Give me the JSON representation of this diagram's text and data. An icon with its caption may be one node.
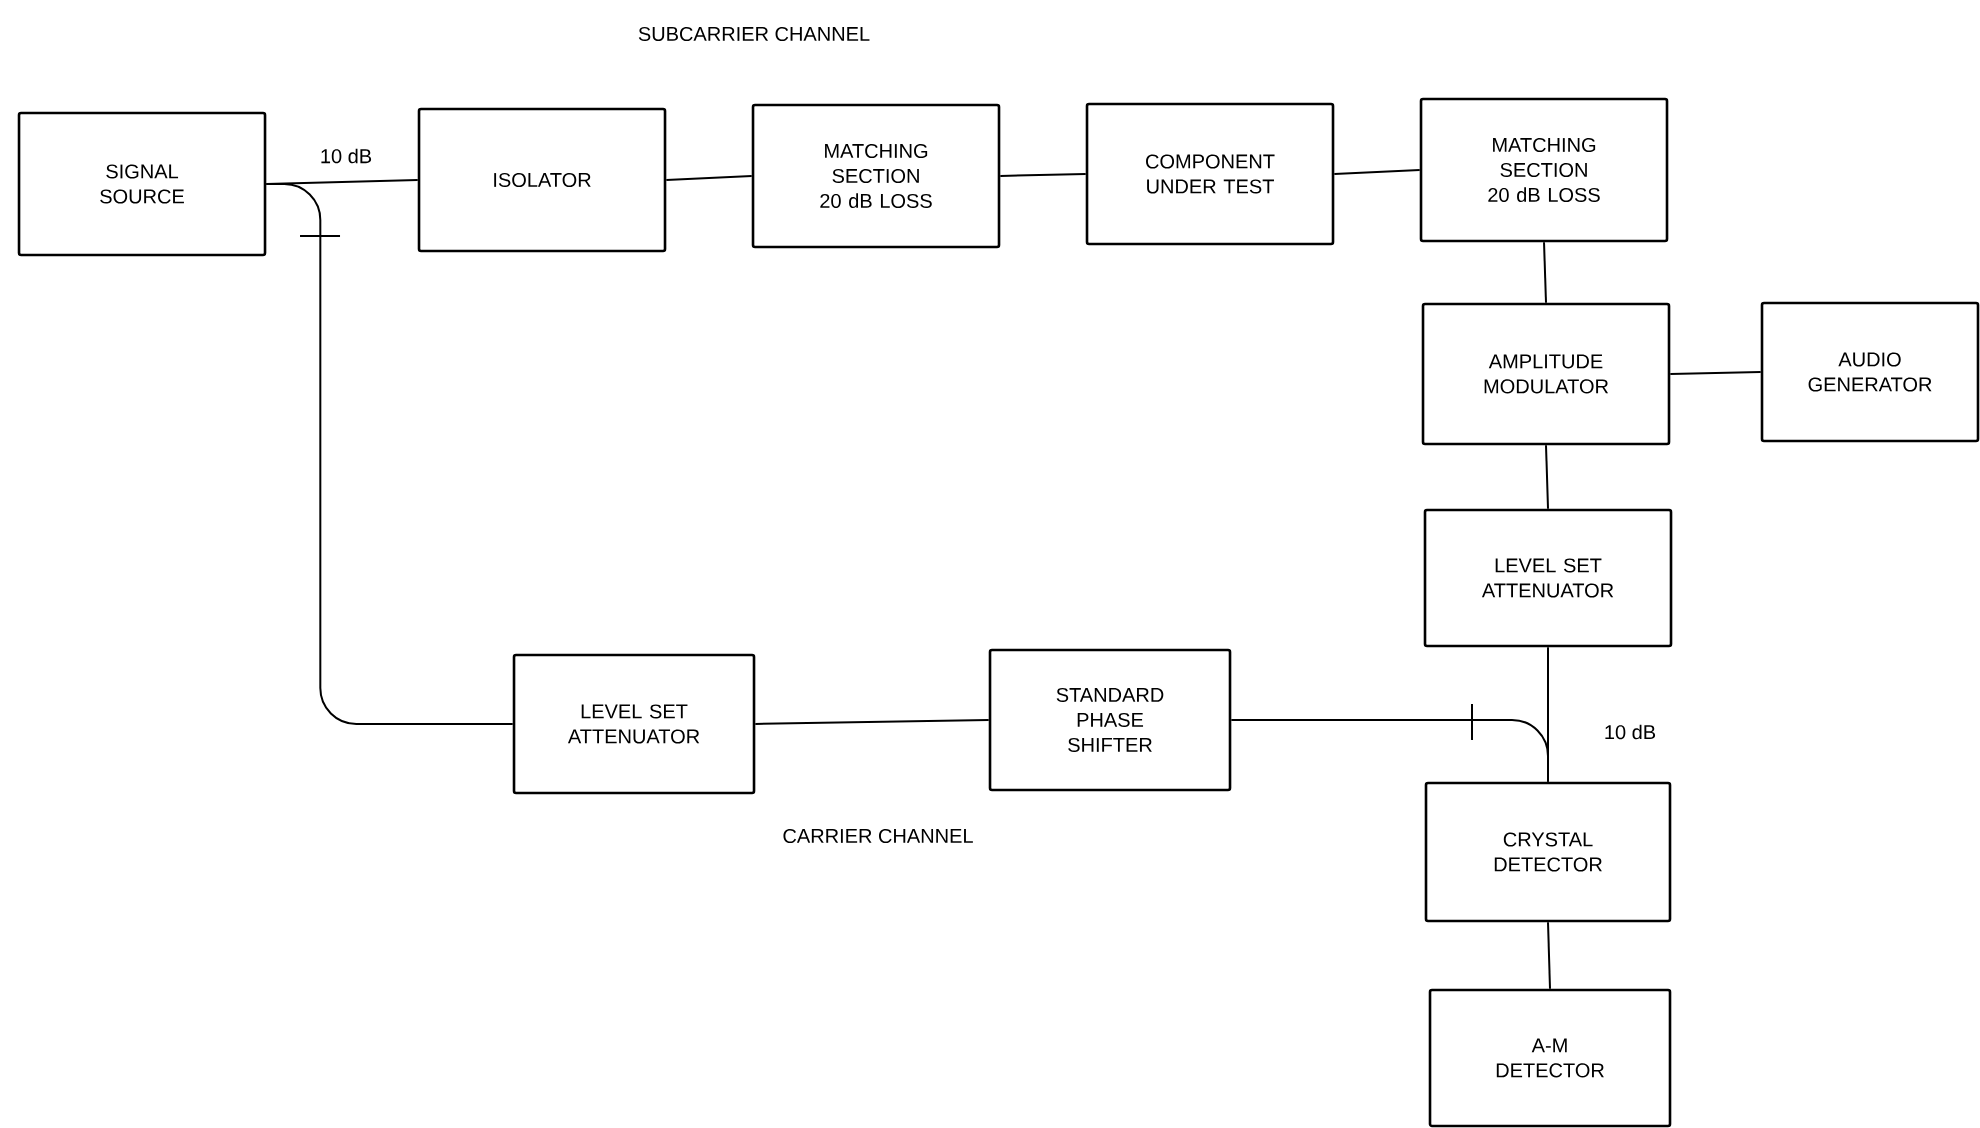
{
  "diagram": {
    "nodes": [
      {
        "text": [
          "SIGNAL SOURCE"
        ]
      },
      {
        "text": [
          "ISOLATOR"
        ]
      },
      {
        "text": [
          "MATCHING SECTION 20 dB LOSS"
        ]
      },
      {
        "text": [
          "COMPONENT UNDER TEST"
        ]
      },
      {
        "text": [
          "MATCHING SECTION 20 dB LOSS"
        ]
      },
      {
        "text": [
          "AMPLITUDE MODULATOR"
        ]
      },
      {
        "text": [
          "AUDIO GENERATOR"
        ]
      },
      {
        "text": [
          "LEVEL SET ATTENUATOR"
        ]
      },
      {
        "text": [
          "LEVEL SET ATTENUATOR"
        ]
      },
      {
        "text": [
          "STANDARD PHASE SHIFTER"
        ]
      },
      {
        "text": [
          "CRYSTAL DETECTOR"
        ]
      },
      {
        "text": [
          "A-M DETECTOR"
        ]
      }
    ],
    "edges": [
      {
        "from": 0,
        "to": 1,
        "arrow": "none"
      },
      {
        "from": 1,
        "to": 2,
        "arrow": "none"
      },
      {
        "from": 2,
        "to": 3,
        "arrow": "none"
      },
      {
        "from": 3,
        "to": 4,
        "arrow": "none"
      },
      {
        "from": 4,
        "to": 5,
        "arrow": "none"
      },
      {
        "from": 5,
        "to": 6,
        "arrow": "none"
      },
      {
        "from": 5,
        "to": 7,
        "arrow": "none"
      },
      {
        "from": 7,
        "to": 10,
        "arrow": "none"
      },
      {
        "from": 10,
        "to": 11,
        "arrow": "none"
      },
      {
        "from": 0,
        "to": 8,
        "arrow": "none"
      },
      {
        "from": 8,
        "to": 9,
        "arrow": "none"
      },
      {
        "from": 9,
        "to": 10,
        "arrow": "none"
      }
    ],
    "labels": [
      "SUBCARRIER CHANNEL",
      "10 dB",
      "10 dB",
      "CARRIER CHANNEL"
    ]
  }
}
